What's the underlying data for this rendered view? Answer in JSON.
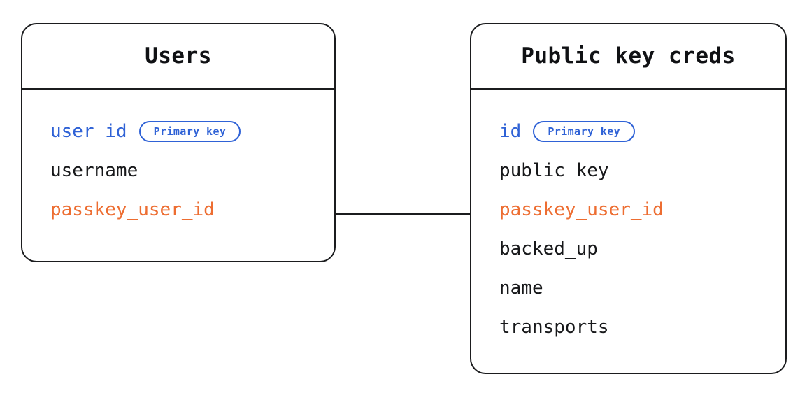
{
  "diagram": {
    "type": "entity-relationship-diagram",
    "background_color": "#ffffff",
    "colors": {
      "text": "#17181a",
      "border": "#1b1c1e",
      "primary_key": "#2f62d6",
      "foreign_key": "#ed6d31"
    }
  },
  "entities": [
    {
      "id": "users",
      "title": "Users",
      "fields": [
        {
          "name": "user_id",
          "role": "primary",
          "badge": "Primary key"
        },
        {
          "name": "username",
          "role": "plain",
          "badge": null
        },
        {
          "name": "passkey_user_id",
          "role": "link",
          "badge": null
        }
      ]
    },
    {
      "id": "public_key_creds",
      "title": "Public key creds",
      "fields": [
        {
          "name": "id",
          "role": "primary",
          "badge": "Primary key"
        },
        {
          "name": "public_key",
          "role": "plain",
          "badge": null
        },
        {
          "name": "passkey_user_id",
          "role": "link",
          "badge": null
        },
        {
          "name": "backed_up",
          "role": "plain",
          "badge": null
        },
        {
          "name": "name",
          "role": "plain",
          "badge": null
        },
        {
          "name": "transports",
          "role": "plain",
          "badge": null
        }
      ]
    }
  ],
  "relationships": [
    {
      "id": "users-to-public-key-creds",
      "from_entity": "users",
      "from_field": "passkey_user_id",
      "to_entity": "public_key_creds",
      "to_field": "passkey_user_id",
      "style": "straight-line"
    }
  ]
}
